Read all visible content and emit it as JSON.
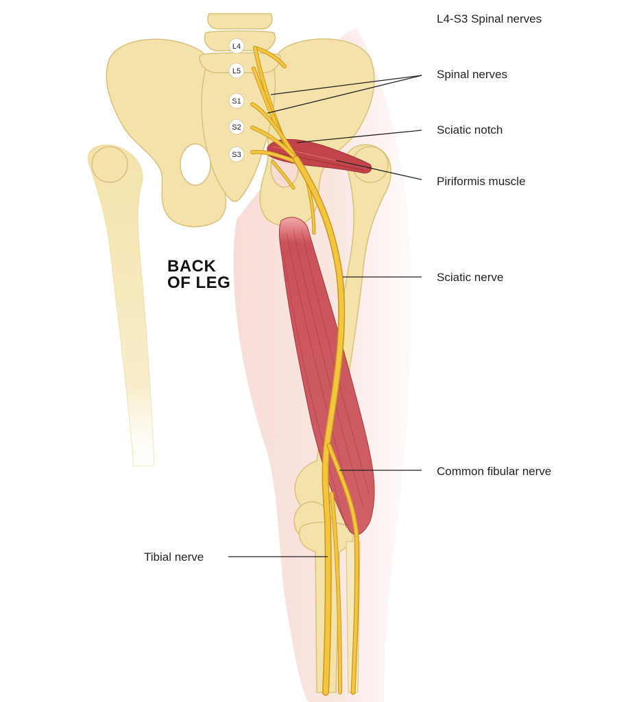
{
  "diagram": {
    "title_line1": "BACK",
    "title_line2": "OF LEG",
    "vertebrae": [
      "L4",
      "L5",
      "S1",
      "S2",
      "S3"
    ],
    "labels": {
      "spinal_nerves_range": "L4-S3 Spinal nerves",
      "spinal_nerves": "Spinal nerves",
      "sciatic_notch": "Sciatic notch",
      "piriformis": "Piriformis muscle",
      "sciatic_nerve": "Sciatic nerve",
      "common_fibular": "Common fibular nerve",
      "tibial": "Tibial nerve"
    },
    "colors": {
      "bone": "#f3e2a9",
      "muscle": "#c0444a",
      "nerve": "#f4c63f",
      "skin": "#f6d6cf"
    }
  }
}
